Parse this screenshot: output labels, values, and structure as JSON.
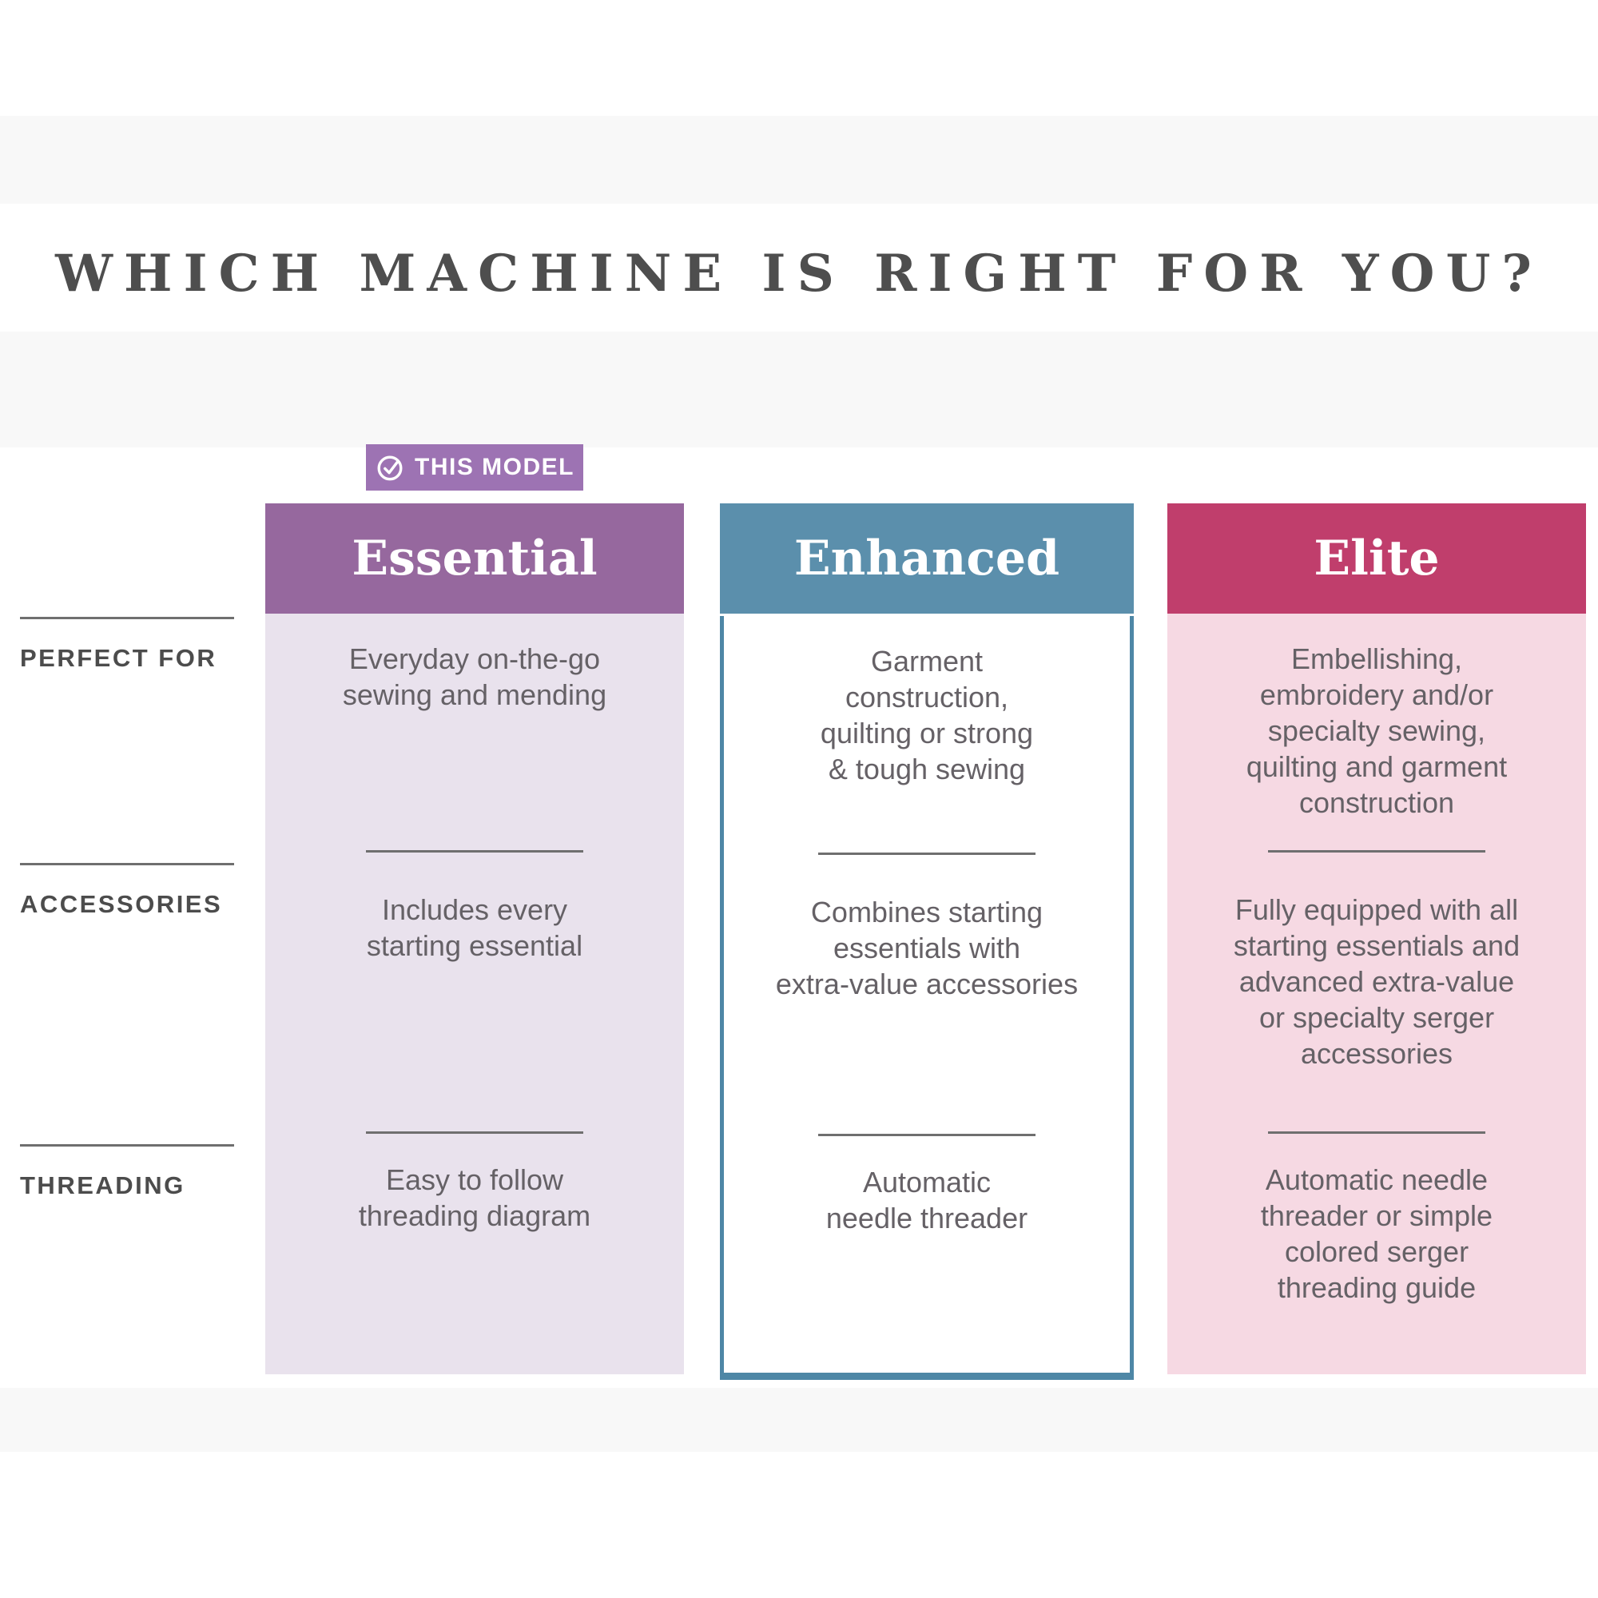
{
  "title": "WHICH MACHINE IS RIGHT FOR YOU?",
  "badge": {
    "label": "THIS MODEL",
    "icon": "check-circle-icon"
  },
  "row_labels": [
    {
      "label": "PERFECT FOR"
    },
    {
      "label": "ACCESSORIES"
    },
    {
      "label": "THREADING"
    }
  ],
  "columns": [
    {
      "name": "Essential",
      "header_color": "#96689e",
      "body_color": "#e9e2ed",
      "cells": {
        "perfect_for": "Everyday on-the-go\nsewing and mending",
        "accessories": "Includes every\nstarting essential",
        "threading": "Easy to follow\nthreading diagram"
      }
    },
    {
      "name": "Enhanced",
      "header_color": "#5b8fac",
      "body_color": "#ffffff",
      "border_color": "#4e87a6",
      "cells": {
        "perfect_for": "Garment\nconstruction,\nquilting or strong\n& tough sewing",
        "accessories": "Combines starting\nessentials with\nextra-value accessories",
        "threading": "Automatic\nneedle threader"
      }
    },
    {
      "name": "Elite",
      "header_color": "#c03e6c",
      "body_color": "#f6d9e3",
      "cells": {
        "perfect_for": "Embellishing,\nembroidery and/or\nspecialty sewing,\nquilting and garment\nconstruction",
        "accessories": "Fully equipped with all\nstarting essentials and\nadvanced extra-value\nor specialty serger\naccessories",
        "threading": "Automatic needle\nthreader or simple\ncolored serger\nthreading guide"
      }
    }
  ],
  "colors": {
    "badge_purple": "#9d73b3",
    "essential_purple": "#96689e",
    "essential_lavender": "#e9e2ed",
    "enhanced_blue": "#5b8fac",
    "enhanced_border": "#4e87a6",
    "elite_magenta": "#c03e6c",
    "elite_pink": "#f6d9e3",
    "line_gray": "#6f6f6f",
    "label_gray": "#4c4c4c",
    "body_text_gray": "#656166",
    "title_gray": "#4e4e4e"
  }
}
